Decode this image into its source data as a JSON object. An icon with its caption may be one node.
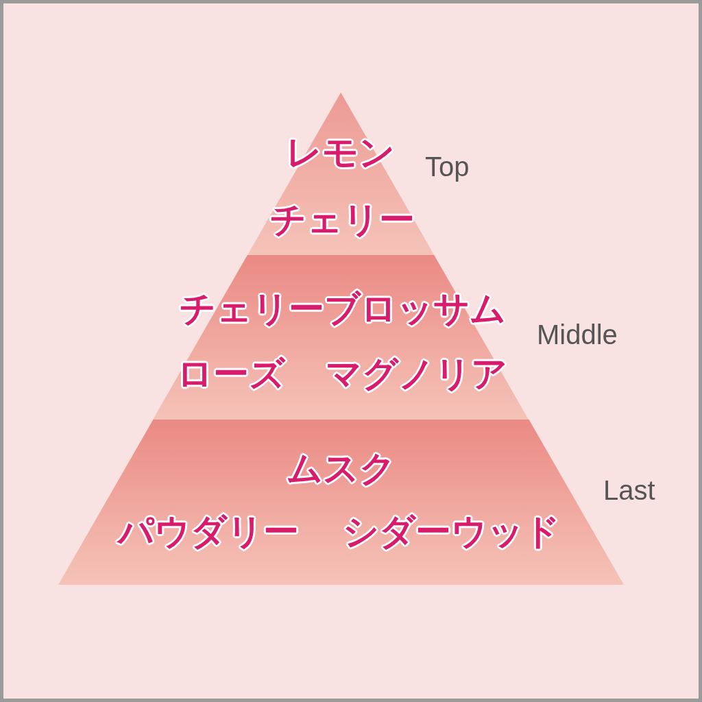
{
  "diagram": {
    "nodes": [
      {
        "text": [
          "レモン",
          "チェリー"
        ],
        "beside": [
          "Top"
        ]
      },
      {
        "text": [
          "チェリーブロッサム",
          "ローズ",
          "マグノリア"
        ],
        "beside": [
          "Middle"
        ]
      },
      {
        "text": [
          "ムスク",
          "パウダリー",
          "シダーウッド"
        ],
        "beside": [
          "Last"
        ]
      }
    ]
  }
}
